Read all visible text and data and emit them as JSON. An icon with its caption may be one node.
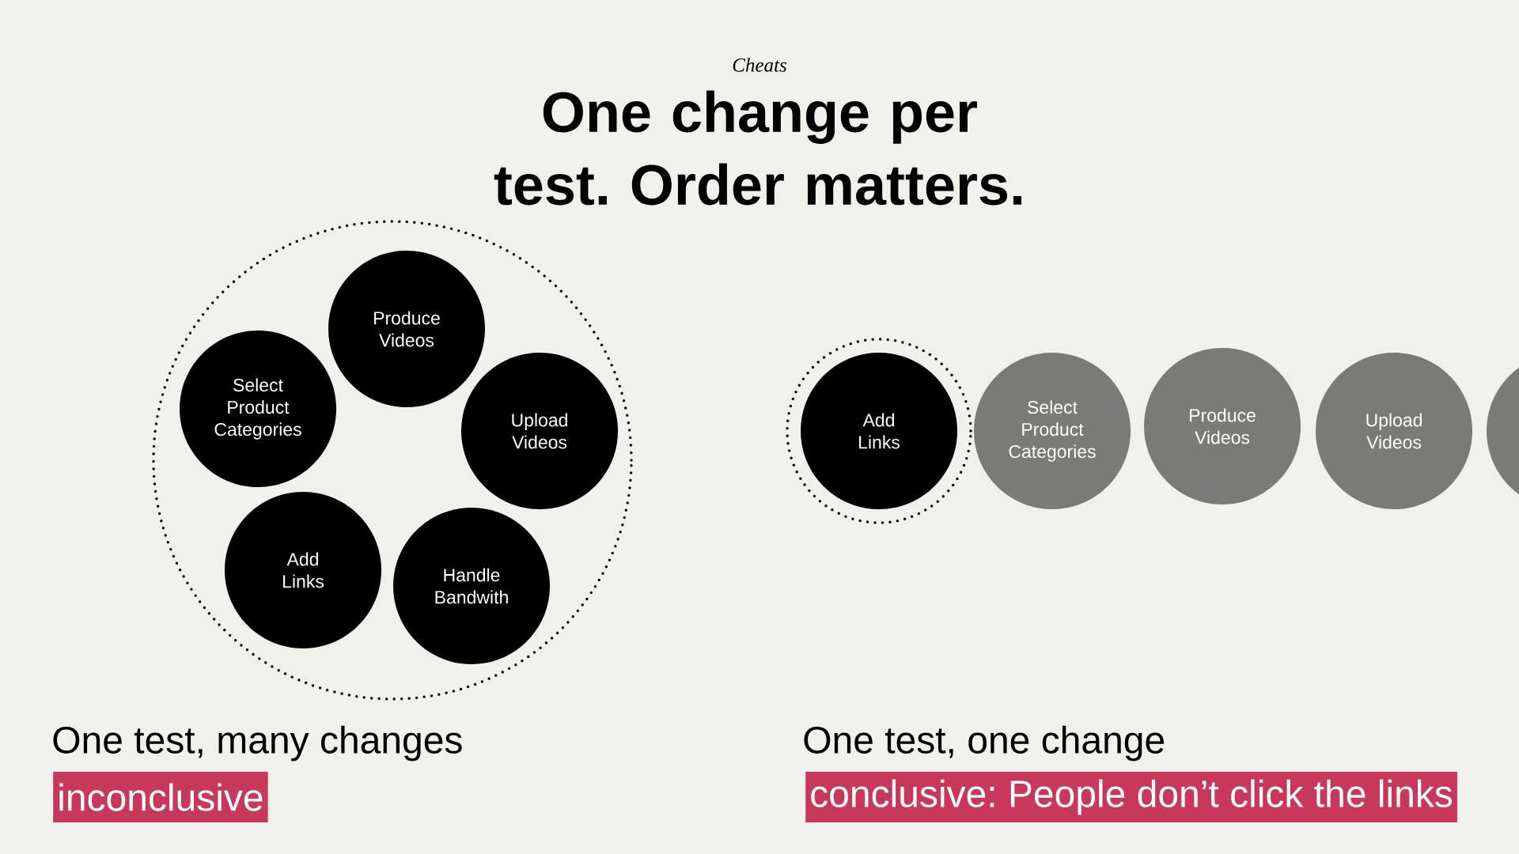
{
  "diagram": {
    "title": "One change per test. Order matters.",
    "nodes": [
      {
        "text": [],
        "shape": "circle"
      },
      {
        "text": [
          "Produce Videos"
        ],
        "in": 0
      },
      {
        "text": [
          "Select Product Categories"
        ],
        "in": 0
      },
      {
        "text": [
          "Upload Videos"
        ],
        "in": 0
      },
      {
        "text": [
          "Add Links"
        ],
        "in": 0
      },
      {
        "text": [
          "Handle Bandwith"
        ],
        "in": 0
      },
      {
        "text": [],
        "shape": "circle"
      },
      {
        "text": [
          "Add Links"
        ],
        "in": 6
      },
      {
        "text": [
          "Select Product Categories"
        ]
      },
      {
        "text": [
          "Produce Videos"
        ]
      },
      {
        "text": [
          "Upload Videos"
        ]
      },
      {
        "text": [],
        "shape": "circle"
      },
      {
        "text": [
          "inconclusive"
        ]
      },
      {
        "text": [
          "conclusive: People don’t click the links"
        ]
      }
    ],
    "edges": [],
    "labels": [
      "Cheats",
      "One test, many changes",
      "One test, one change"
    ]
  }
}
